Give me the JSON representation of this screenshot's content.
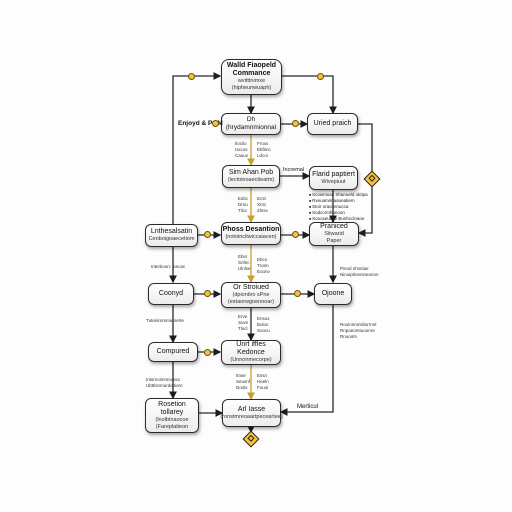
{
  "nodes": {
    "top": {
      "title1": "Walld Fiaopeld",
      "title2": "Commance",
      "sub1": "wvitttnimxe",
      "sub2": "(hipheunwuaph)"
    },
    "dh": {
      "title": "Dh (hrydamnmionnal"
    },
    "uried": {
      "title": "Uried praich"
    },
    "sim": {
      "title": "Sim Ahan Pob",
      "sub": "(lectoinoaectieatm)"
    },
    "flarid": {
      "title1": "Flarid paptiert",
      "title2": "Wivepiuut"
    },
    "left_top": {
      "title": "Lnthesalsatin",
      "sub": "Cenboigoaecetiom"
    },
    "phoss": {
      "title": "Phoss Desantion",
      "sub": "(notoincitwiccaiacen)"
    },
    "praniced": {
      "title1": "Praniced",
      "title2": "Sitwarid",
      "title3": "Paper"
    },
    "coonyd": {
      "title": "Coonyd"
    },
    "or": {
      "title": "Or Stroiued",
      "sub1": "(dpiontiro sPne",
      "sub2": "(estaorwgoennoar)"
    },
    "ojoone": {
      "title": "Ojoone"
    },
    "compured": {
      "title": "Compured"
    },
    "unrt": {
      "title": "Unrt iffles Kedonce",
      "sub": "(Unnonmecorpe)"
    },
    "rosetion": {
      "title1": "Rosetion",
      "title2": "tollarey",
      "sub1": "(lnolbtnaocoe",
      "sub2": "(Fareplatieon"
    },
    "art": {
      "title": "Arl Iasse",
      "sub": "(ronstmreoaartpeceartee)"
    }
  },
  "labels": {
    "enjoyd": "Enjoyd & POM",
    "incremal": "Incremal",
    "merticul": "Merticul"
  },
  "flarid_bullets": [
    "Scowmuse Shanueld oktipa",
    "Rxeuamimaaoeatiem",
    "Stoir oracunnucca",
    "Sodccrmhanoon",
    "Soooxeutlhe Bunhcclnaoe"
  ],
  "small_text": {
    "a1": [
      "Iloclio",
      "Uxcos",
      "Cauuv"
    ],
    "a2": [
      "Froxs",
      "Ebfimc",
      "Ldcoi"
    ],
    "b1": [
      "Edsc",
      "Drnu",
      "Tlicc"
    ],
    "b2": [
      "Ecst",
      "Xrnc",
      "Zlnsx"
    ],
    "c1": [
      "Ebsr",
      "Snfnc",
      "Ulnlse"
    ],
    "c2": [
      "Ebcs",
      "Tronn",
      "Eoonv"
    ],
    "d1": [
      "Erve",
      "Suvs",
      "Tlocl"
    ],
    "d2": [
      "Ensox",
      "Bolox",
      "Soocu"
    ],
    "e1": [
      "Itnse",
      "Seusnf",
      "Doolx"
    ],
    "e2": [
      "Essn",
      "Heeln",
      "Fouoi"
    ],
    "left1": "Intertioon: loncac",
    "left2": "Tutenirnmmatnerte",
    "left3": "Intsrnoimnnoreut",
    "left4": "Ubttisnmurdaitiorn",
    "right1": "Pinnd nhsnlae",
    "right2": "Ninoiptinenineonon",
    "right3": "Rooinnnmtiiiorrnnt",
    "right4": "Rnpoeomtuoonre",
    "right5": "Rnoootn"
  },
  "colors": {
    "accent": "#f3c43b",
    "line": "#2b2b2b",
    "arrow": "#c8a12a"
  }
}
